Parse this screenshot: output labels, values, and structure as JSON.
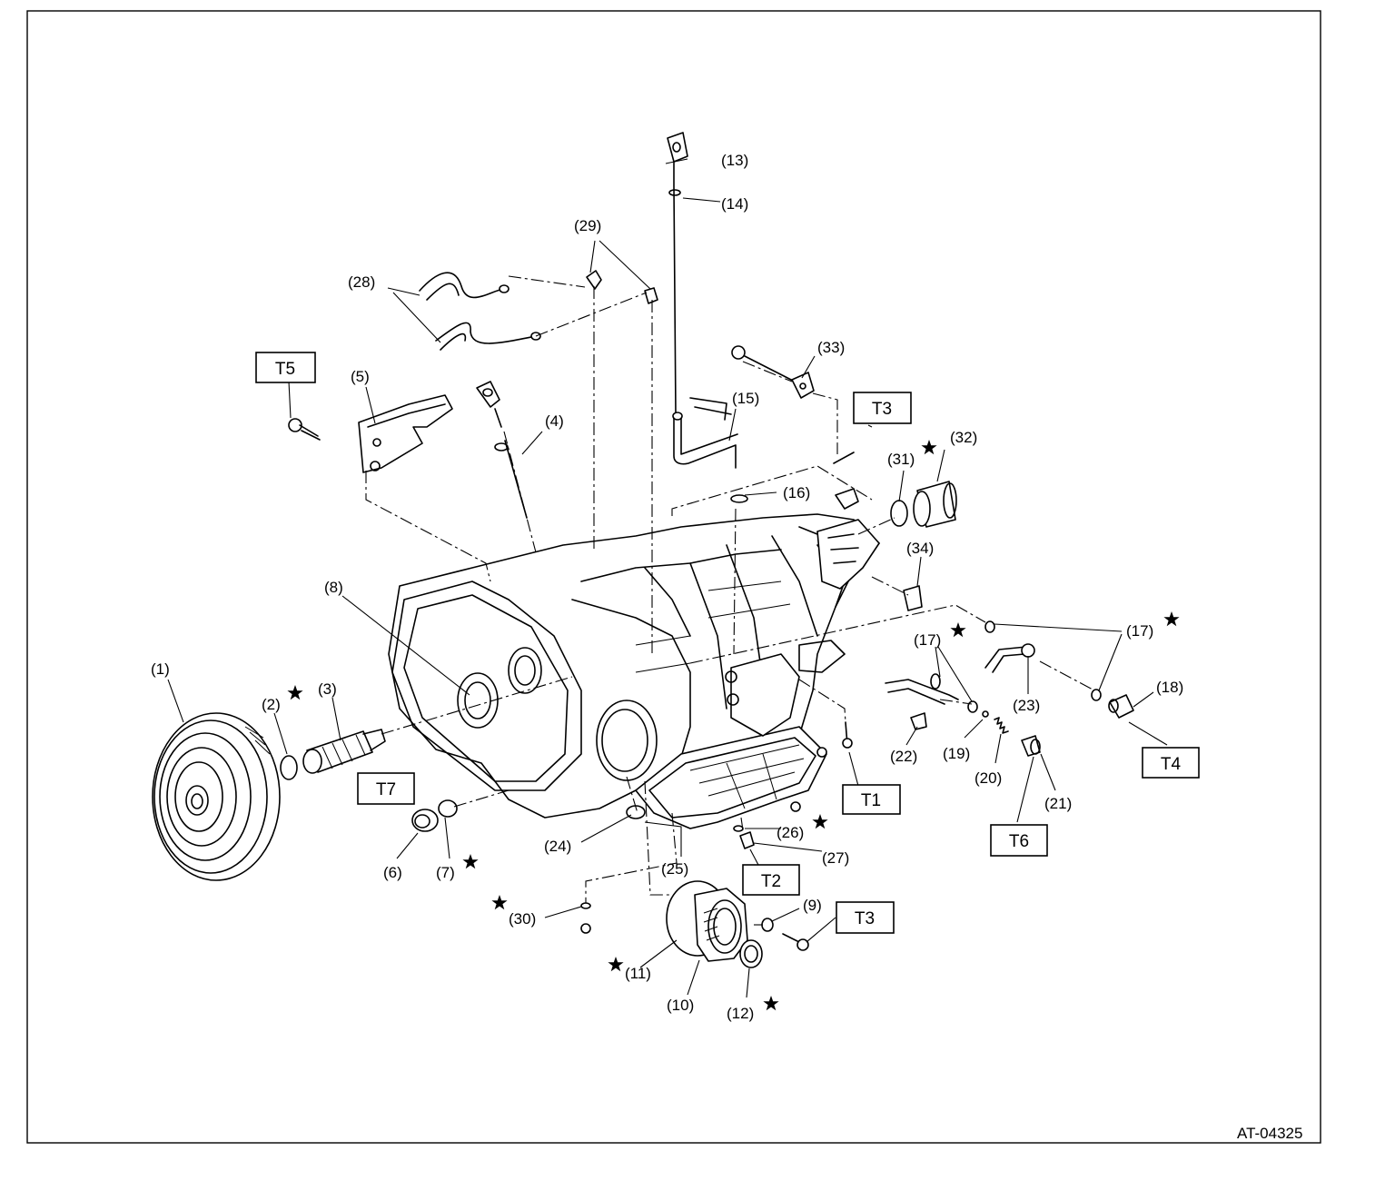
{
  "figure": {
    "code": "AT-04325"
  },
  "labels": [
    {
      "id": "p1",
      "text": "(1)",
      "star": false
    },
    {
      "id": "p2",
      "text": "(2)",
      "star": true
    },
    {
      "id": "p3",
      "text": "(3)",
      "star": false
    },
    {
      "id": "p4",
      "text": "(4)",
      "star": false
    },
    {
      "id": "p5",
      "text": "(5)",
      "star": false
    },
    {
      "id": "p6",
      "text": "(6)",
      "star": false
    },
    {
      "id": "p7",
      "text": "(7)",
      "star": true
    },
    {
      "id": "p8",
      "text": "(8)",
      "star": false
    },
    {
      "id": "p9",
      "text": "(9)",
      "star": false
    },
    {
      "id": "p10",
      "text": "(10)",
      "star": false
    },
    {
      "id": "p11",
      "text": "(11)",
      "star": true
    },
    {
      "id": "p12",
      "text": "(12)",
      "star": true
    },
    {
      "id": "p13",
      "text": "(13)",
      "star": false
    },
    {
      "id": "p14",
      "text": "(14)",
      "star": false
    },
    {
      "id": "p15",
      "text": "(15)",
      "star": false
    },
    {
      "id": "p16",
      "text": "(16)",
      "star": false
    },
    {
      "id": "p17a",
      "text": "(17)",
      "star": true
    },
    {
      "id": "p17b",
      "text": "(17)",
      "star": true
    },
    {
      "id": "p18",
      "text": "(18)",
      "star": false
    },
    {
      "id": "p19",
      "text": "(19)",
      "star": false
    },
    {
      "id": "p20",
      "text": "(20)",
      "star": false
    },
    {
      "id": "p21",
      "text": "(21)",
      "star": false
    },
    {
      "id": "p22",
      "text": "(22)",
      "star": false
    },
    {
      "id": "p23",
      "text": "(23)",
      "star": false
    },
    {
      "id": "p24",
      "text": "(24)",
      "star": false
    },
    {
      "id": "p25",
      "text": "(25)",
      "star": false
    },
    {
      "id": "p26",
      "text": "(26)",
      "star": true
    },
    {
      "id": "p27",
      "text": "(27)",
      "star": false
    },
    {
      "id": "p28",
      "text": "(28)",
      "star": false
    },
    {
      "id": "p29",
      "text": "(29)",
      "star": false
    },
    {
      "id": "p30",
      "text": "(30)",
      "star": true
    },
    {
      "id": "p31",
      "text": "(31)",
      "star": true
    },
    {
      "id": "p32",
      "text": "(32)",
      "star": false
    },
    {
      "id": "p33",
      "text": "(33)",
      "star": false
    },
    {
      "id": "p34",
      "text": "(34)",
      "star": false
    }
  ],
  "torque_boxes": [
    {
      "id": "t1",
      "text": "T1"
    },
    {
      "id": "t2",
      "text": "T2"
    },
    {
      "id": "t3a",
      "text": "T3"
    },
    {
      "id": "t3b",
      "text": "T3"
    },
    {
      "id": "t4",
      "text": "T4"
    },
    {
      "id": "t5",
      "text": "T5"
    },
    {
      "id": "t6",
      "text": "T6"
    },
    {
      "id": "t7",
      "text": "T7"
    }
  ]
}
